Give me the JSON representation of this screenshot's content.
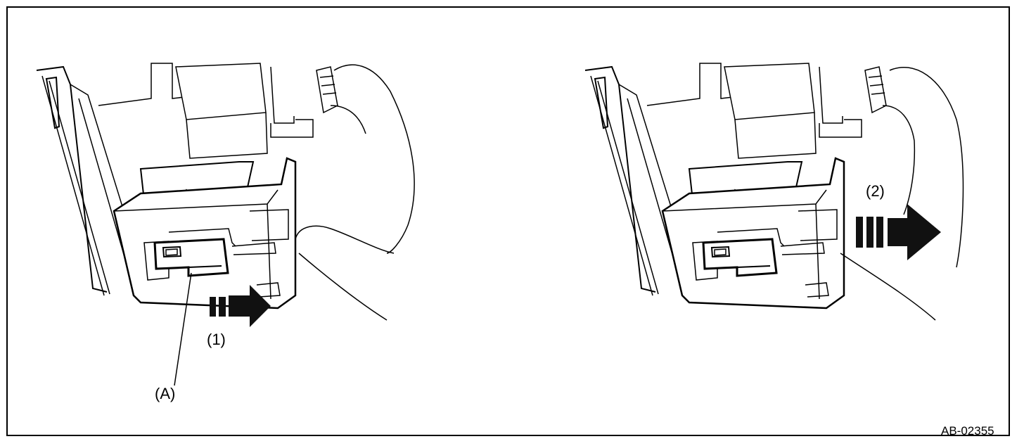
{
  "labels": {
    "step1": "(1)",
    "step2": "(2)",
    "partA": "(A)"
  },
  "figure_code": "AB-02355",
  "colors": {
    "line": "#000000",
    "arrow_fill": "#111111",
    "background": "#ffffff"
  }
}
